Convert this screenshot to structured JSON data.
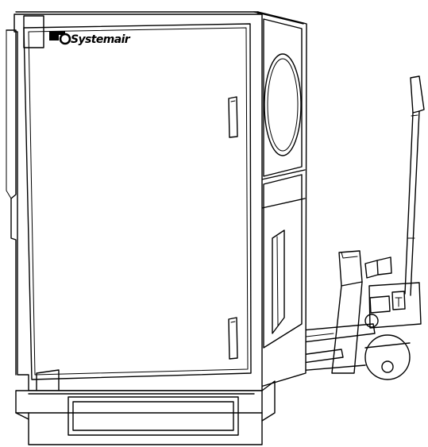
{
  "logo": {
    "brand_text": "Systemair",
    "symbol": "systemair-logo-mark"
  },
  "illustration": {
    "subject": "air-handling-unit-on-pallet-jack"
  },
  "colors": {
    "ink": "#000000",
    "paper": "#ffffff"
  }
}
